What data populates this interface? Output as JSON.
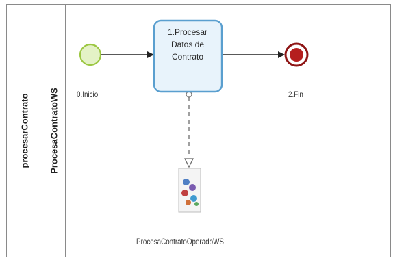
{
  "pool": {
    "label": "procesarContrato"
  },
  "lane": {
    "label": "ProcesaContratoWS"
  },
  "nodes": {
    "start": {
      "label": "0.Inicio"
    },
    "task": {
      "label": "1.Procesar\nDatos de\nContrato"
    },
    "end": {
      "label": "2.Fin"
    },
    "service": {
      "label": "ProcesaContratoOperadoWS"
    }
  },
  "colors": {
    "start_fill": "#e4f2c6",
    "start_stroke": "#9cc742",
    "task_fill": "#e8f3fb",
    "task_stroke": "#5a9fcf",
    "end_fill": "#b51e1e",
    "end_stroke": "#8e1515",
    "line": "#222222"
  }
}
